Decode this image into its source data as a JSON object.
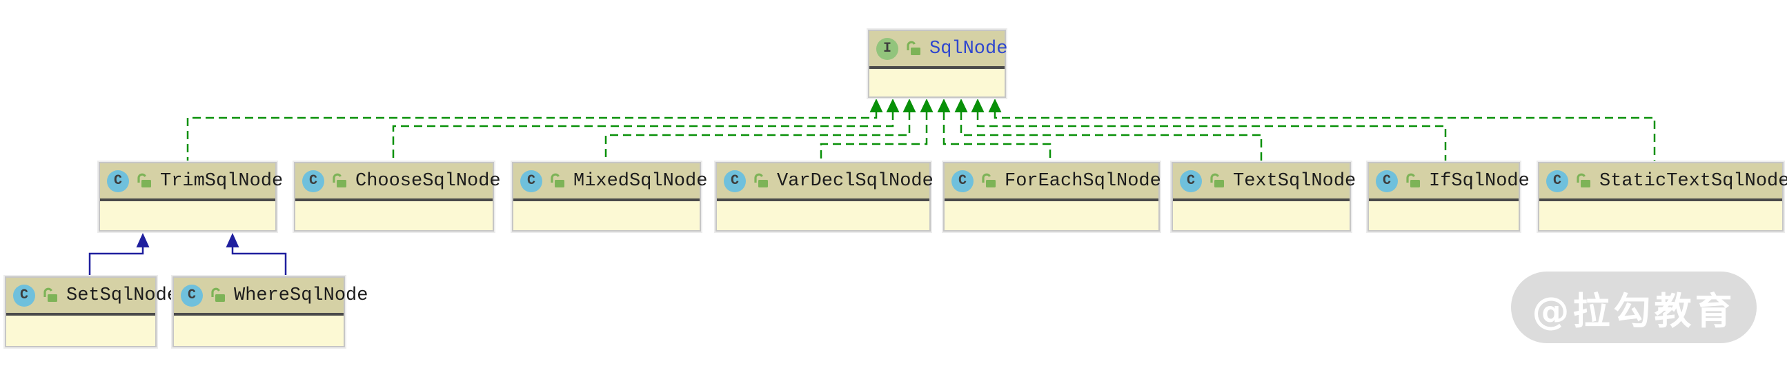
{
  "diagram": {
    "title": "SqlNode class hierarchy (UML diagram)",
    "watermark": {
      "text": "@拉勾教育"
    },
    "icons": {
      "class_badge": "C",
      "interface_badge": "I",
      "visibility": "lock-open-icon"
    },
    "colors": {
      "node_header": "#d5d1a5",
      "node_body": "#fcf9d4",
      "node_border": "#c6c6c6",
      "divider": "#4a4a4a",
      "interface_name_text": "#2e46cf",
      "class_name_text": "#1c1c1c",
      "realization_edge": "#089008",
      "generalization_edge": "#1f1f9e",
      "class_icon_bg": "#6fc0dc",
      "interface_icon_bg": "#92c47c",
      "lock_icon": "#7db357",
      "watermark_bg": "#dcdcdc",
      "watermark_text": "#ffffff"
    },
    "nodes": [
      {
        "id": "SqlNode",
        "name": "SqlNode",
        "kind": "interface"
      },
      {
        "id": "TrimSqlNode",
        "name": "TrimSqlNode",
        "kind": "class"
      },
      {
        "id": "ChooseSqlNode",
        "name": "ChooseSqlNode",
        "kind": "class"
      },
      {
        "id": "MixedSqlNode",
        "name": "MixedSqlNode",
        "kind": "class"
      },
      {
        "id": "VarDeclSqlNode",
        "name": "VarDeclSqlNode",
        "kind": "class"
      },
      {
        "id": "ForEachSqlNode",
        "name": "ForEachSqlNode",
        "kind": "class"
      },
      {
        "id": "TextSqlNode",
        "name": "TextSqlNode",
        "kind": "class"
      },
      {
        "id": "IfSqlNode",
        "name": "IfSqlNode",
        "kind": "class"
      },
      {
        "id": "StaticTextSqlNode",
        "name": "StaticTextSqlNode",
        "kind": "class"
      },
      {
        "id": "SetSqlNode",
        "name": "SetSqlNode",
        "kind": "class"
      },
      {
        "id": "WhereSqlNode",
        "name": "WhereSqlNode",
        "kind": "class"
      }
    ],
    "edges": {
      "realizations": [
        {
          "from": "TrimSqlNode",
          "to": "SqlNode"
        },
        {
          "from": "ChooseSqlNode",
          "to": "SqlNode"
        },
        {
          "from": "MixedSqlNode",
          "to": "SqlNode"
        },
        {
          "from": "VarDeclSqlNode",
          "to": "SqlNode"
        },
        {
          "from": "ForEachSqlNode",
          "to": "SqlNode"
        },
        {
          "from": "TextSqlNode",
          "to": "SqlNode"
        },
        {
          "from": "IfSqlNode",
          "to": "SqlNode"
        },
        {
          "from": "StaticTextSqlNode",
          "to": "SqlNode"
        }
      ],
      "generalizations": [
        {
          "from": "SetSqlNode",
          "to": "TrimSqlNode"
        },
        {
          "from": "WhereSqlNode",
          "to": "TrimSqlNode"
        }
      ]
    }
  }
}
